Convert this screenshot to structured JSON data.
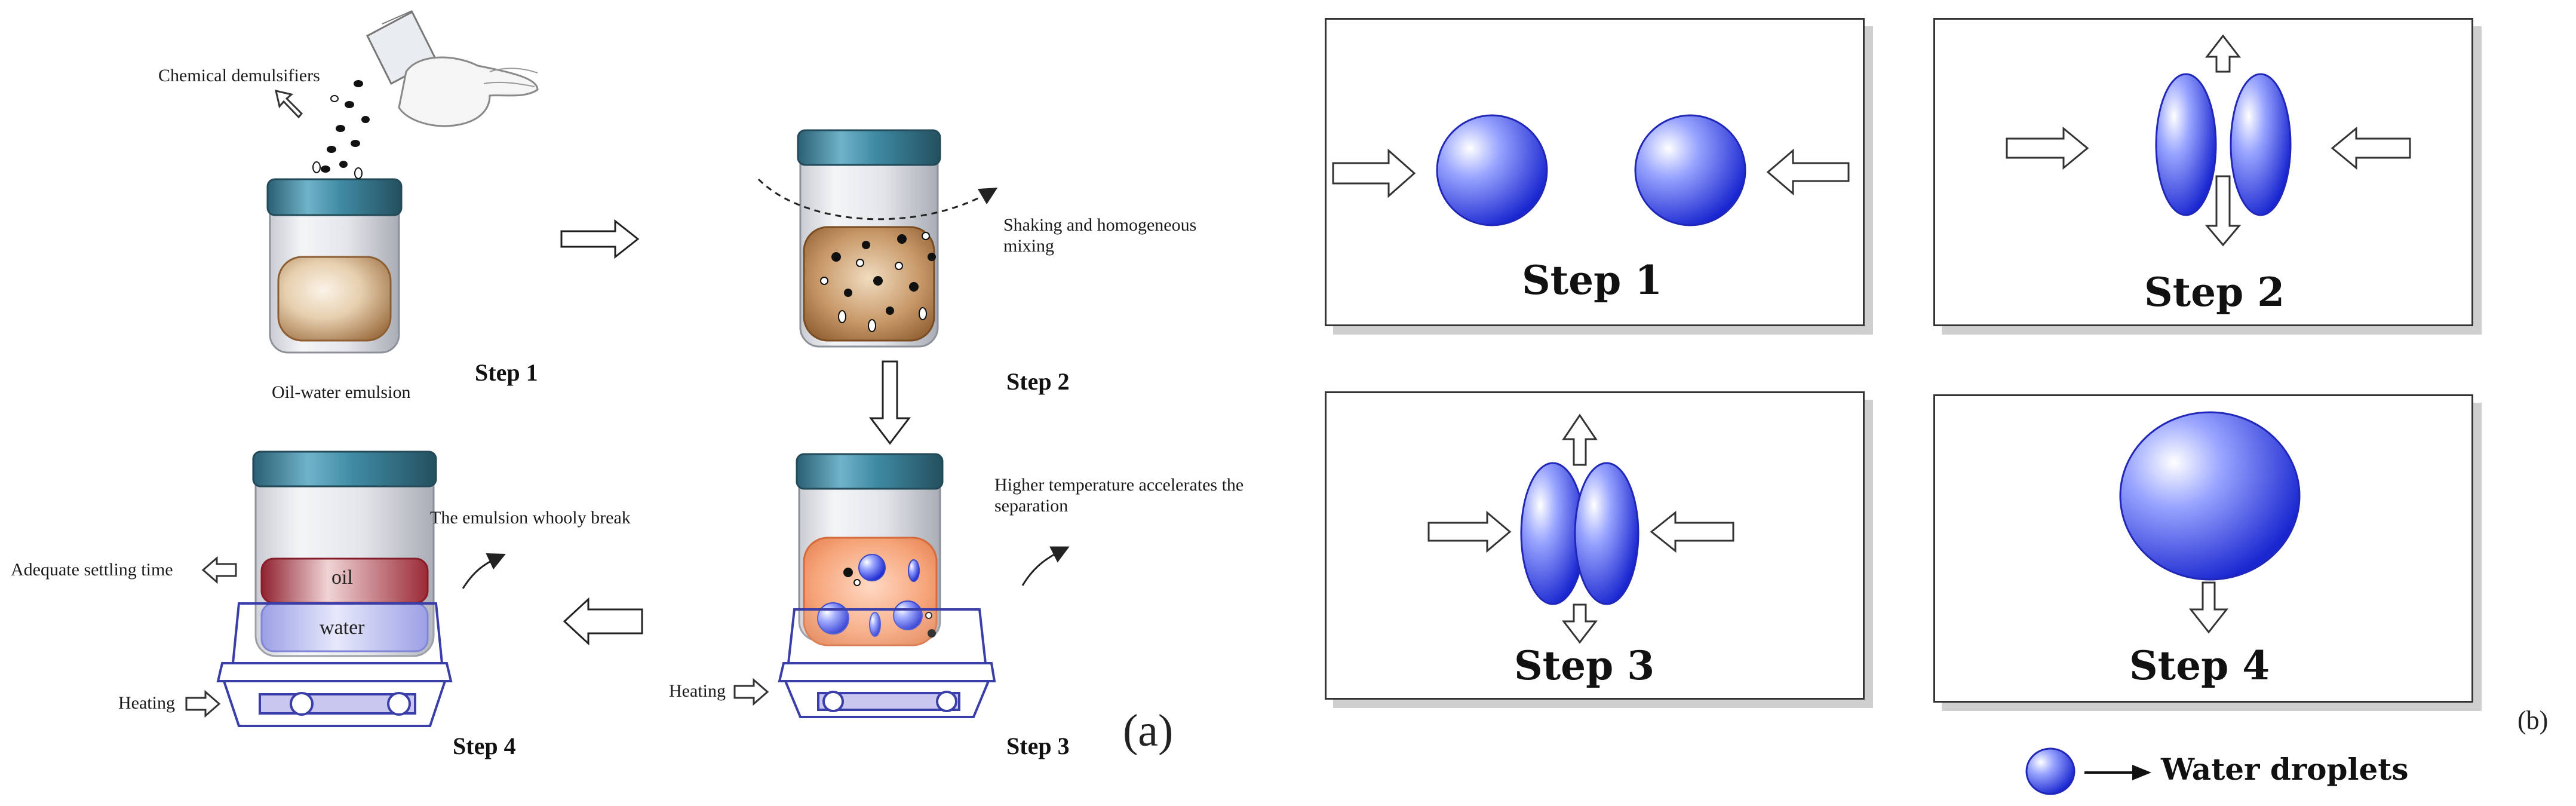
{
  "panel_a": {
    "panel_label": "(a)",
    "annotations": {
      "chemical_demulsifiers": "Chemical demulsifiers",
      "oil_water_emulsion": "Oil-water emulsion",
      "shaking_mixing": "Shaking and homogeneous mixing",
      "higher_temperature": "Higher temperature accelerates the separation",
      "emulsion_break": "The emulsion whooly break",
      "settling_time": "Adequate settling time",
      "heating_step3": "Heating",
      "heating_step4": "Heating",
      "oil_layer": "oil",
      "water_layer": "water"
    },
    "steps": [
      "Step 1",
      "Step 2",
      "Step 3",
      "Step 4"
    ]
  },
  "panel_b": {
    "panel_label": "(b)",
    "steps": [
      "Step 1",
      "Step 2",
      "Step 3",
      "Step 4"
    ],
    "legend": {
      "label": "Water droplets",
      "icon": "blue-sphere"
    }
  },
  "colors": {
    "droplet": "#2a3fd8",
    "emulsion_brown": "#a8794e",
    "oil_red": "#b03a44",
    "water_lilac": "#9aa0e8",
    "heated_orange": "#f59a6e",
    "lid_teal": "#3d7f97",
    "hotplate": "#3a3ea8"
  }
}
